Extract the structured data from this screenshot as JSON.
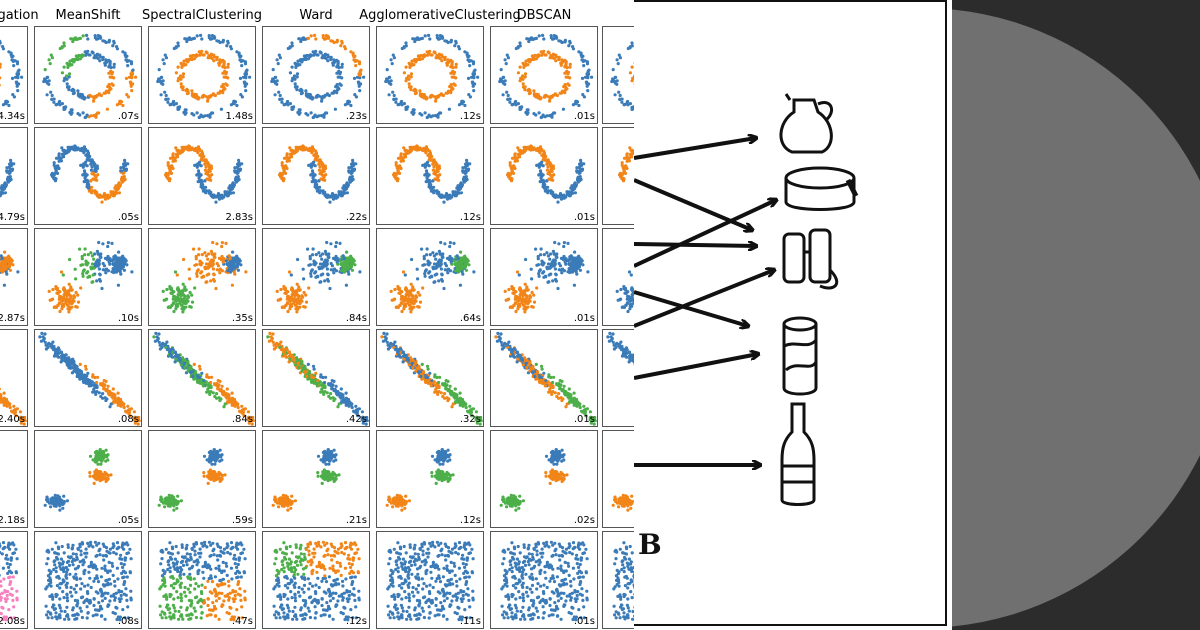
{
  "clustering": {
    "columns": [
      "gation",
      "MeanShift",
      "SpectralClustering",
      "Ward",
      "AgglomerativeClustering",
      "DBSCAN",
      ""
    ],
    "rows": [
      {
        "dataset": "circles",
        "times": [
          "4.34s",
          ".07s",
          "1.48s",
          ".23s",
          ".12s",
          ".01s",
          ""
        ]
      },
      {
        "dataset": "moons",
        "times": [
          "4.79s",
          ".05s",
          "2.83s",
          ".22s",
          ".12s",
          ".01s",
          ""
        ]
      },
      {
        "dataset": "varied",
        "times": [
          "2.87s",
          ".10s",
          ".35s",
          ".84s",
          ".64s",
          ".01s",
          ""
        ]
      },
      {
        "dataset": "aniso",
        "times": [
          "2.40s",
          ".08s",
          ".84s",
          ".42s",
          ".32s",
          ".01s",
          ""
        ]
      },
      {
        "dataset": "blobs",
        "times": [
          "2.18s",
          ".05s",
          ".59s",
          ".21s",
          ".12s",
          ".02s",
          ""
        ]
      },
      {
        "dataset": "no_structure",
        "times": [
          "2.08s",
          ".08s",
          ".47s",
          ".12s",
          ".11s",
          ".01s",
          ""
        ]
      }
    ],
    "colors": {
      "blue": "#3a7bb8",
      "orange": "#f28518",
      "green": "#4daf4a",
      "pink": "#f781bf"
    }
  },
  "drawing": {
    "objects": [
      "jug-icon",
      "cheese-icon",
      "binoculars-icon",
      "can-icon",
      "bottle-icon"
    ],
    "letter": "B"
  },
  "dark_panel": {
    "background": "#2c2c2c",
    "circle": "#707070"
  }
}
